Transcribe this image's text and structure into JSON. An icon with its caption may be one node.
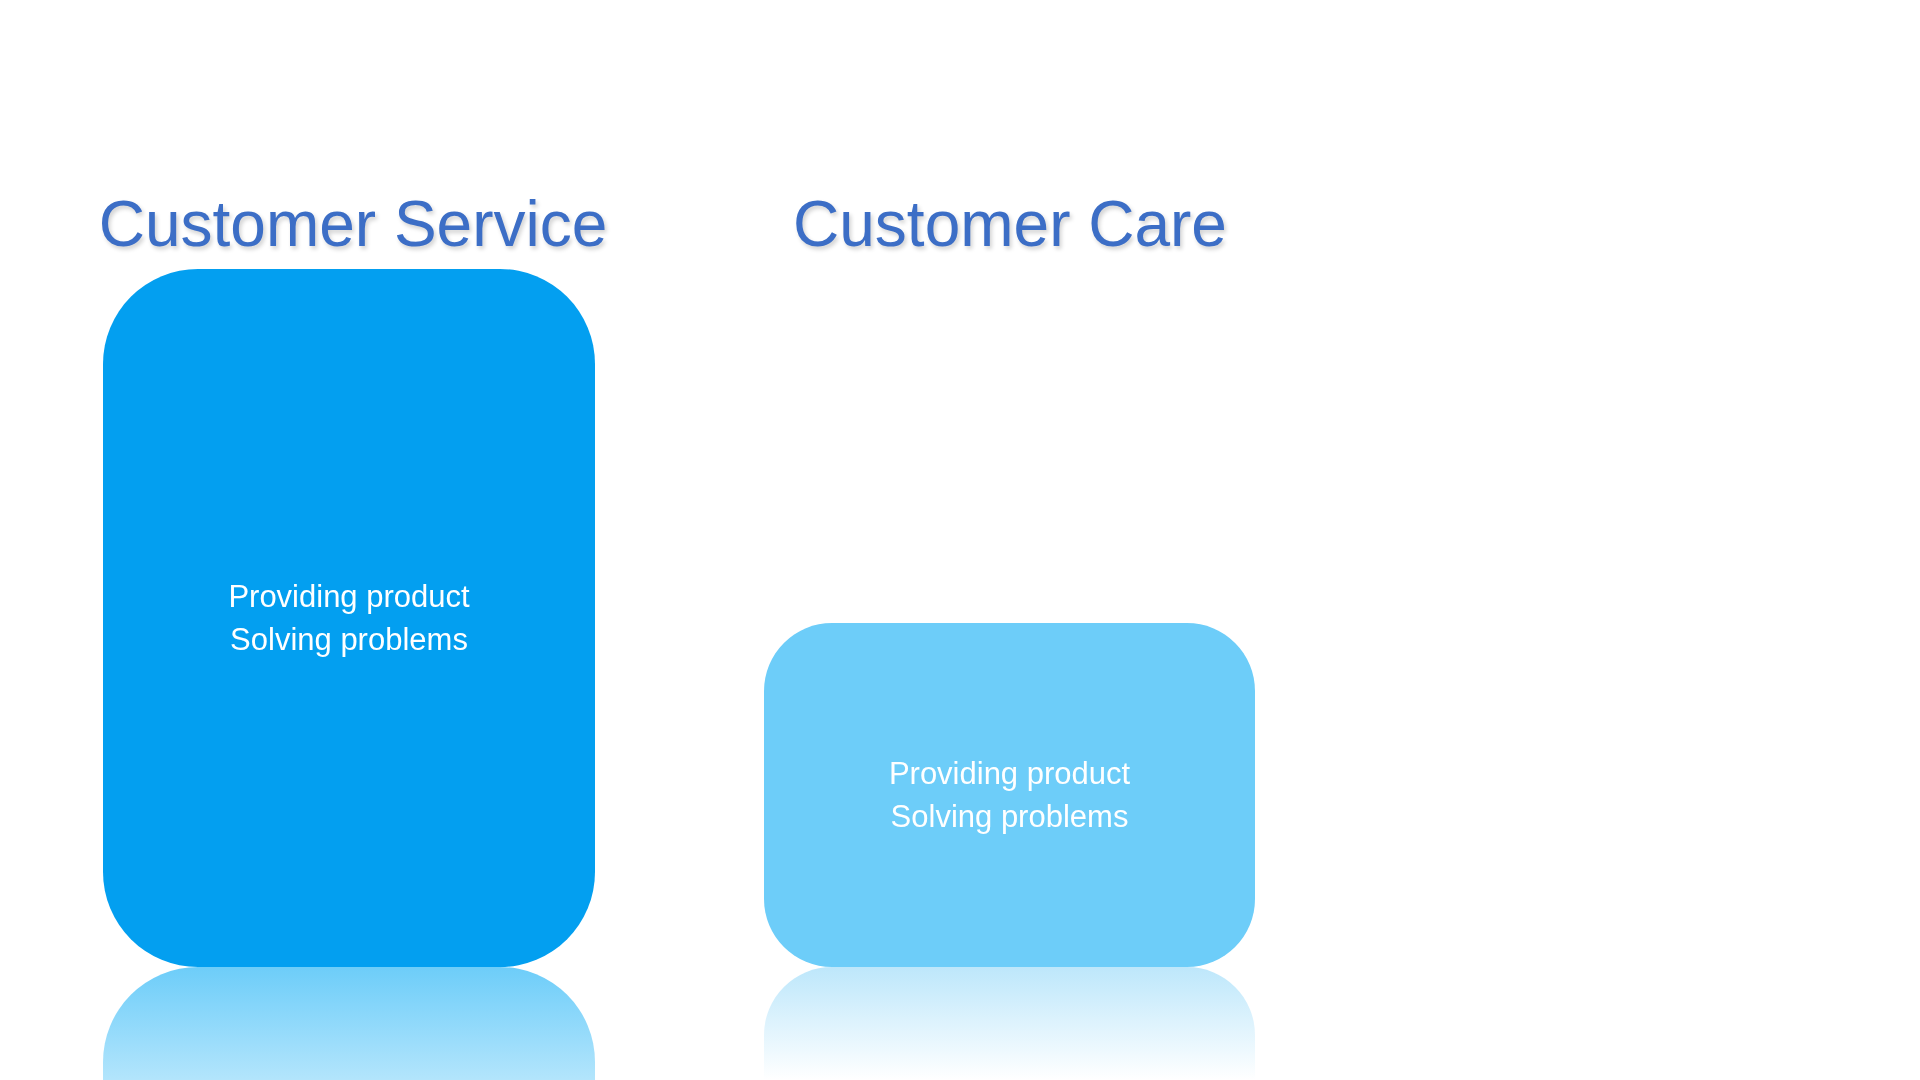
{
  "diagram": {
    "nodes": [
      {
        "text": [
          "Providing product",
          "Solving problems"
        ]
      },
      {
        "text": [
          "Providing product",
          "Solving problems"
        ]
      }
    ],
    "labels": [
      "Customer Service",
      "Customer Care"
    ]
  }
}
